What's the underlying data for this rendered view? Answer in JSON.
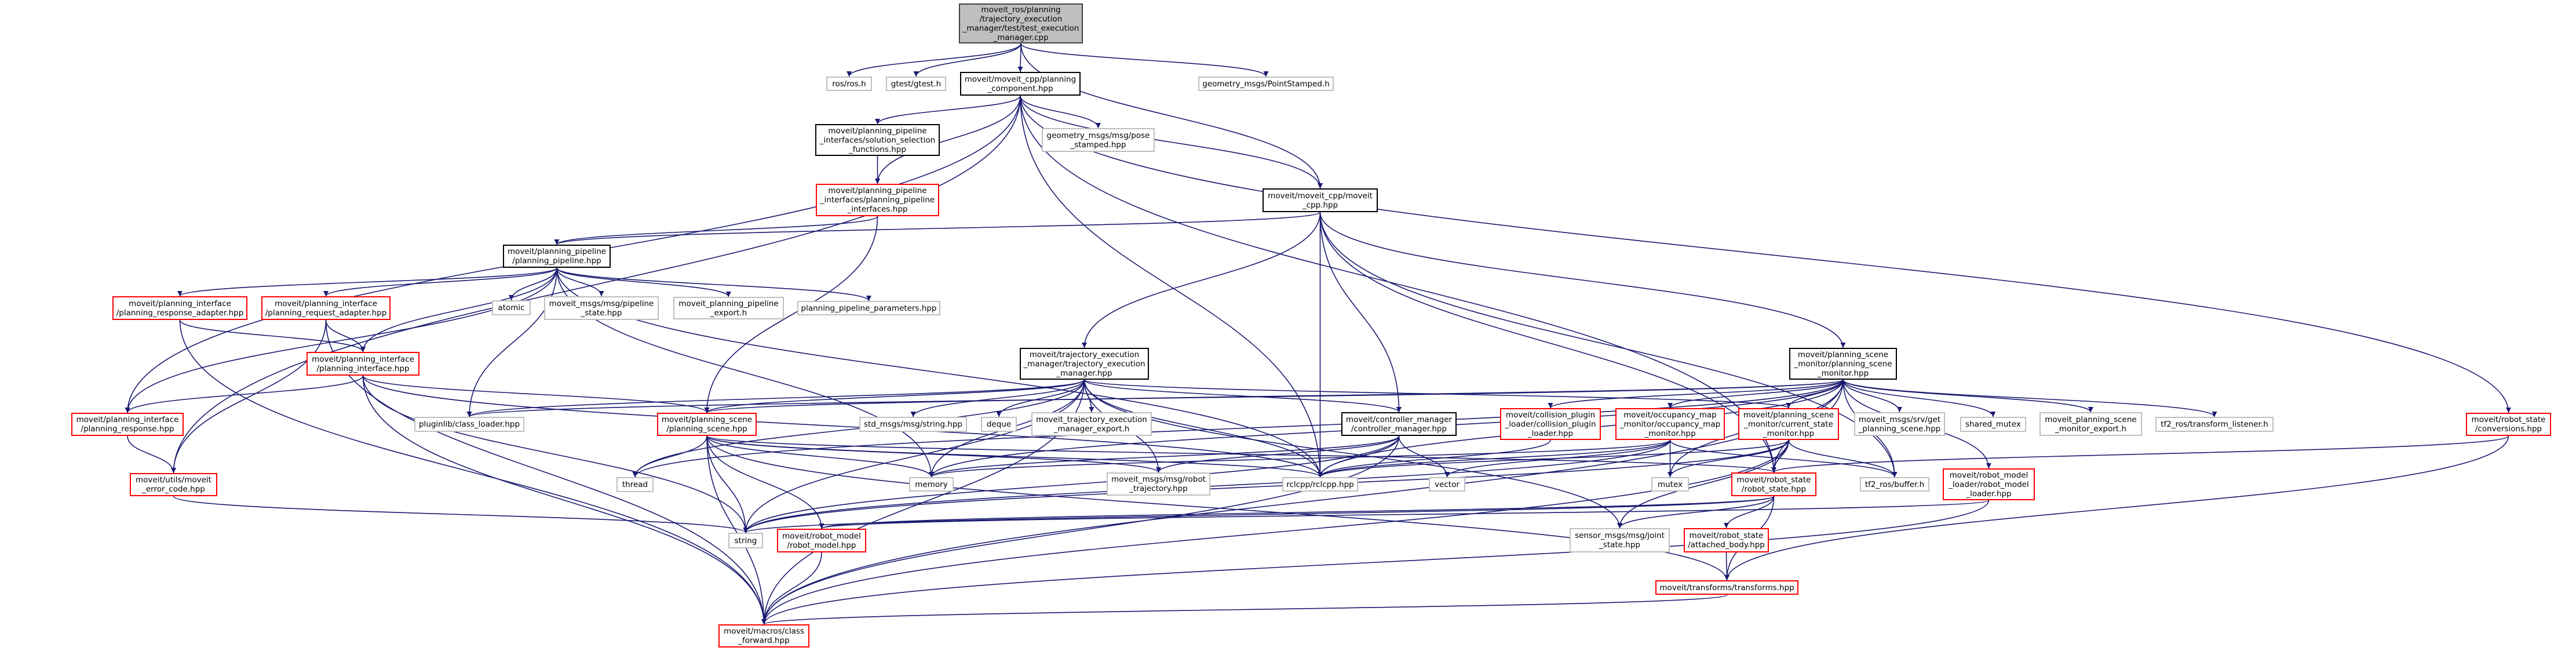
{
  "colors": {
    "edge": "#191970",
    "documented_border": "#000000",
    "incomplete_border": "#ff0000",
    "external_border": "#bfbfbf",
    "root_fill": "#bfbfbf"
  },
  "nodes": [
    {
      "id": "root",
      "label": "moveit_ros/planning\n/trajectory_execution\n_manager/test/test_execution\n_manager.cpp",
      "style": "root"
    },
    {
      "id": "ros",
      "label": "ros/ros.h",
      "style": "external"
    },
    {
      "id": "gtest",
      "label": "gtest/gtest.h",
      "style": "external"
    },
    {
      "id": "planning_component",
      "label": "moveit/moveit_cpp/planning\n_component.hpp",
      "style": "documented"
    },
    {
      "id": "point_stamped",
      "label": "geometry_msgs/PointStamped.h",
      "style": "external"
    },
    {
      "id": "solution_selection",
      "label": "moveit/planning_pipeline\n_interfaces/solution_selection\n_functions.hpp",
      "style": "documented"
    },
    {
      "id": "pose_stamped",
      "label": "geometry_msgs/msg/pose\n_stamped.hpp",
      "style": "external"
    },
    {
      "id": "pp_interfaces",
      "label": "moveit/planning_pipeline\n_interfaces/planning_pipeline\n_interfaces.hpp",
      "style": "incomplete"
    },
    {
      "id": "moveit_cpp",
      "label": "moveit/moveit_cpp/moveit\n_cpp.hpp",
      "style": "documented"
    },
    {
      "id": "planning_pipeline",
      "label": "moveit/planning_pipeline\n/planning_pipeline.hpp",
      "style": "documented"
    },
    {
      "id": "response_adapter",
      "label": "moveit/planning_interface\n/planning_response_adapter.hpp",
      "style": "incomplete"
    },
    {
      "id": "request_adapter",
      "label": "moveit/planning_interface\n/planning_request_adapter.hpp",
      "style": "incomplete"
    },
    {
      "id": "atomic",
      "label": "atomic",
      "style": "external"
    },
    {
      "id": "pipeline_state",
      "label": "moveit_msgs/msg/pipeline\n_state.hpp",
      "style": "external"
    },
    {
      "id": "pp_export",
      "label": "moveit_planning_pipeline\n_export.h",
      "style": "external"
    },
    {
      "id": "pp_params",
      "label": "planning_pipeline_parameters.hpp",
      "style": "external"
    },
    {
      "id": "planning_interface",
      "label": "moveit/planning_interface\n/planning_interface.hpp",
      "style": "incomplete"
    },
    {
      "id": "planning_response",
      "label": "moveit/planning_interface\n/planning_response.hpp",
      "style": "incomplete"
    },
    {
      "id": "pluginlib",
      "label": "pluginlib/class_loader.hpp",
      "style": "external"
    },
    {
      "id": "tem",
      "label": "moveit/trajectory_execution\n_manager/trajectory_execution\n_manager.hpp",
      "style": "documented"
    },
    {
      "id": "psm",
      "label": "moveit/planning_scene\n_monitor/planning_scene\n_monitor.hpp",
      "style": "documented"
    },
    {
      "id": "planning_scene",
      "label": "moveit/planning_scene\n/planning_scene.hpp",
      "style": "incomplete"
    },
    {
      "id": "std_string",
      "label": "std_msgs/msg/string.hpp",
      "style": "external"
    },
    {
      "id": "deque",
      "label": "deque",
      "style": "external"
    },
    {
      "id": "tem_export",
      "label": "moveit_trajectory_execution\n_manager_export.h",
      "style": "external"
    },
    {
      "id": "controller_manager",
      "label": "moveit/controller_manager\n/controller_manager.hpp",
      "style": "documented"
    },
    {
      "id": "collision_plugin",
      "label": "moveit/collision_plugin\n_loader/collision_plugin\n_loader.hpp",
      "style": "incomplete"
    },
    {
      "id": "occupancy",
      "label": "moveit/occupancy_map\n_monitor/occupancy_map\n_monitor.hpp",
      "style": "incomplete"
    },
    {
      "id": "current_state",
      "label": "moveit/planning_scene\n_monitor/current_state\n_monitor.hpp",
      "style": "incomplete"
    },
    {
      "id": "get_planning_scene",
      "label": "moveit_msgs/srv/get\n_planning_scene.hpp",
      "style": "external"
    },
    {
      "id": "shared_mutex",
      "label": "shared_mutex",
      "style": "external"
    },
    {
      "id": "psm_export",
      "label": "moveit_planning_scene\n_monitor_export.h",
      "style": "external"
    },
    {
      "id": "tf_listener",
      "label": "tf2_ros/transform_listener.h",
      "style": "external"
    },
    {
      "id": "conversions",
      "label": "moveit/robot_state\n/conversions.hpp",
      "style": "incomplete"
    },
    {
      "id": "error_code",
      "label": "moveit/utils/moveit\n_error_code.hpp",
      "style": "incomplete"
    },
    {
      "id": "thread",
      "label": "thread",
      "style": "external"
    },
    {
      "id": "memory",
      "label": "memory",
      "style": "external"
    },
    {
      "id": "robot_trajectory",
      "label": "moveit_msgs/msg/robot\n_trajectory.hpp",
      "style": "external"
    },
    {
      "id": "rclcpp",
      "label": "rclcpp/rclcpp.hpp",
      "style": "external"
    },
    {
      "id": "vector",
      "label": "vector",
      "style": "external"
    },
    {
      "id": "mutex",
      "label": "mutex",
      "style": "external"
    },
    {
      "id": "robot_state",
      "label": "moveit/robot_state\n/robot_state.hpp",
      "style": "incomplete"
    },
    {
      "id": "tf_buffer",
      "label": "tf2_ros/buffer.h",
      "style": "external"
    },
    {
      "id": "model_loader",
      "label": "moveit/robot_model\n_loader/robot_model\n_loader.hpp",
      "style": "incomplete"
    },
    {
      "id": "string",
      "label": "string",
      "style": "external"
    },
    {
      "id": "robot_model",
      "label": "moveit/robot_model\n/robot_model.hpp",
      "style": "incomplete"
    },
    {
      "id": "joint_state",
      "label": "sensor_msgs/msg/joint\n_state.hpp",
      "style": "external"
    },
    {
      "id": "attached_body",
      "label": "moveit/robot_state\n/attached_body.hpp",
      "style": "incomplete"
    },
    {
      "id": "transforms",
      "label": "moveit/transforms/transforms.hpp",
      "style": "incomplete"
    },
    {
      "id": "class_forward",
      "label": "moveit/macros/class\n_forward.hpp",
      "style": "incomplete"
    }
  ],
  "edges": [
    [
      "root",
      "ros"
    ],
    [
      "root",
      "gtest"
    ],
    [
      "root",
      "planning_component"
    ],
    [
      "root",
      "moveit_cpp"
    ],
    [
      "root",
      "point_stamped"
    ],
    [
      "planning_component",
      "solution_selection"
    ],
    [
      "planning_component",
      "pose_stamped"
    ],
    [
      "planning_component",
      "pp_interfaces"
    ],
    [
      "planning_component",
      "moveit_cpp"
    ],
    [
      "planning_component",
      "planning_response"
    ],
    [
      "planning_component",
      "error_code"
    ],
    [
      "planning_component",
      "rclcpp"
    ],
    [
      "planning_component",
      "conversions"
    ],
    [
      "planning_component",
      "robot_state"
    ],
    [
      "solution_selection",
      "pp_interfaces"
    ],
    [
      "pp_interfaces",
      "planning_pipeline"
    ],
    [
      "pp_interfaces",
      "planning_scene"
    ],
    [
      "moveit_cpp",
      "planning_pipeline"
    ],
    [
      "moveit_cpp",
      "tem"
    ],
    [
      "moveit_cpp",
      "psm"
    ],
    [
      "moveit_cpp",
      "rclcpp"
    ],
    [
      "moveit_cpp",
      "controller_manager"
    ],
    [
      "moveit_cpp",
      "robot_state"
    ],
    [
      "moveit_cpp",
      "tf_buffer"
    ],
    [
      "planning_pipeline",
      "response_adapter"
    ],
    [
      "planning_pipeline",
      "request_adapter"
    ],
    [
      "planning_pipeline",
      "planning_interface"
    ],
    [
      "planning_pipeline",
      "atomic"
    ],
    [
      "planning_pipeline",
      "pipeline_state"
    ],
    [
      "planning_pipeline",
      "pp_export"
    ],
    [
      "planning_pipeline",
      "pp_params"
    ],
    [
      "planning_pipeline",
      "pluginlib"
    ],
    [
      "planning_pipeline",
      "memory"
    ],
    [
      "planning_pipeline",
      "rclcpp"
    ],
    [
      "planning_pipeline",
      "planning_response"
    ],
    [
      "response_adapter",
      "planning_interface"
    ],
    [
      "response_adapter",
      "class_forward"
    ],
    [
      "request_adapter",
      "planning_interface"
    ],
    [
      "request_adapter",
      "error_code"
    ],
    [
      "request_adapter",
      "class_forward"
    ],
    [
      "planning_interface",
      "planning_response"
    ],
    [
      "planning_interface",
      "planning_scene"
    ],
    [
      "planning_interface",
      "string"
    ],
    [
      "planning_interface",
      "class_forward"
    ],
    [
      "planning_interface",
      "rclcpp"
    ],
    [
      "planning_response",
      "error_code"
    ],
    [
      "error_code",
      "string"
    ],
    [
      "tem",
      "planning_scene"
    ],
    [
      "tem",
      "std_string"
    ],
    [
      "tem",
      "deque"
    ],
    [
      "tem",
      "tem_export"
    ],
    [
      "tem",
      "robot_trajectory"
    ],
    [
      "tem",
      "controller_manager"
    ],
    [
      "tem",
      "rclcpp"
    ],
    [
      "tem",
      "memory"
    ],
    [
      "tem",
      "thread"
    ],
    [
      "tem",
      "class_forward"
    ],
    [
      "tem",
      "current_state"
    ],
    [
      "tem",
      "pluginlib"
    ],
    [
      "tem",
      "joint_state"
    ],
    [
      "tem",
      "string"
    ],
    [
      "psm",
      "planning_scene"
    ],
    [
      "psm",
      "collision_plugin"
    ],
    [
      "psm",
      "occupancy"
    ],
    [
      "psm",
      "current_state"
    ],
    [
      "psm",
      "get_planning_scene"
    ],
    [
      "psm",
      "shared_mutex"
    ],
    [
      "psm",
      "psm_export"
    ],
    [
      "psm",
      "tf_listener"
    ],
    [
      "psm",
      "memory"
    ],
    [
      "psm",
      "thread"
    ],
    [
      "psm",
      "model_loader"
    ],
    [
      "psm",
      "tf_buffer"
    ],
    [
      "psm",
      "mutex"
    ],
    [
      "psm",
      "rclcpp"
    ],
    [
      "psm",
      "class_forward"
    ],
    [
      "psm",
      "robot_state"
    ],
    [
      "psm",
      "pluginlib"
    ],
    [
      "planning_scene",
      "thread"
    ],
    [
      "planning_scene",
      "memory"
    ],
    [
      "planning_scene",
      "robot_model"
    ],
    [
      "planning_scene",
      "string"
    ],
    [
      "planning_scene",
      "class_forward"
    ],
    [
      "planning_scene",
      "robot_state"
    ],
    [
      "planning_scene",
      "transforms"
    ],
    [
      "planning_scene",
      "rclcpp"
    ],
    [
      "planning_scene",
      "robot_trajectory"
    ],
    [
      "controller_manager",
      "rclcpp"
    ],
    [
      "controller_manager",
      "vector"
    ],
    [
      "controller_manager",
      "memory"
    ],
    [
      "controller_manager",
      "string"
    ],
    [
      "controller_manager",
      "class_forward"
    ],
    [
      "controller_manager",
      "robot_trajectory"
    ],
    [
      "collision_plugin",
      "rclcpp"
    ],
    [
      "occupancy",
      "mutex"
    ],
    [
      "occupancy",
      "rclcpp"
    ],
    [
      "occupancy",
      "memory"
    ],
    [
      "occupancy",
      "string"
    ],
    [
      "occupancy",
      "tf_buffer"
    ],
    [
      "occupancy",
      "vector"
    ],
    [
      "current_state",
      "robot_state"
    ],
    [
      "current_state",
      "tf_buffer"
    ],
    [
      "current_state",
      "mutex"
    ],
    [
      "current_state",
      "joint_state"
    ],
    [
      "current_state",
      "rclcpp"
    ],
    [
      "current_state",
      "string"
    ],
    [
      "current_state",
      "class_forward"
    ],
    [
      "robot_state",
      "robot_model"
    ],
    [
      "robot_state",
      "attached_body"
    ],
    [
      "robot_state",
      "transforms"
    ],
    [
      "robot_state",
      "joint_state"
    ],
    [
      "robot_state",
      "string"
    ],
    [
      "attached_body",
      "transforms"
    ],
    [
      "model_loader",
      "robot_model"
    ],
    [
      "model_loader",
      "class_forward"
    ],
    [
      "conversions",
      "robot_state"
    ],
    [
      "conversions",
      "transforms"
    ],
    [
      "robot_model",
      "class_forward"
    ],
    [
      "transforms",
      "class_forward"
    ]
  ]
}
